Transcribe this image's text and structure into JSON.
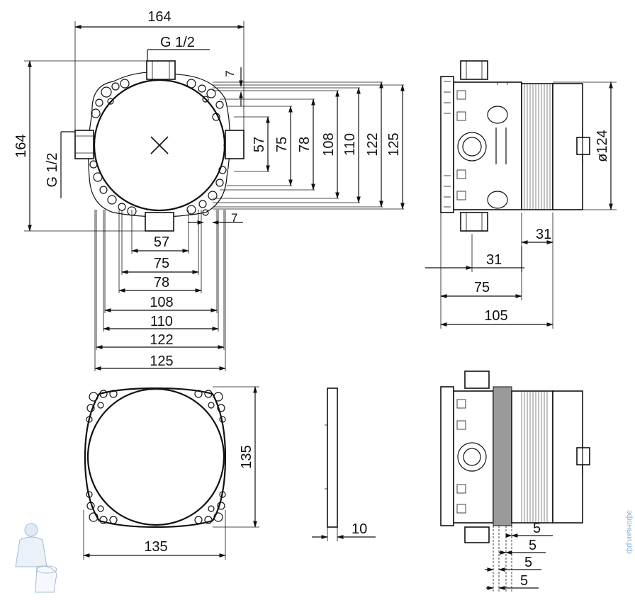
{
  "front_view": {
    "overall_width": "164",
    "overall_height": "164",
    "thread_top": "G 1/2",
    "thread_left": "G 1/2",
    "dim_7_top": "7",
    "dim_7_bottom": "7",
    "right_dims": [
      "57",
      "75",
      "78",
      "108",
      "110",
      "122",
      "125"
    ],
    "bottom_dims": [
      "57",
      "75",
      "78",
      "108",
      "110",
      "122",
      "125"
    ]
  },
  "side_view": {
    "diameter": "ø124",
    "dims": [
      "31",
      "31",
      "75",
      "105"
    ]
  },
  "plate_view": {
    "width": "135",
    "height": "135"
  },
  "gasket_view": {
    "thickness": "10"
  },
  "mounted_view": {
    "dims": [
      "5",
      "5",
      "5",
      "5"
    ]
  },
  "watermark": "эфоньки.рф",
  "colors": {
    "line": "#111111",
    "background": "#ffffff",
    "fill_grey": "#9a9a9a",
    "watermark": "#8fb3d9"
  }
}
